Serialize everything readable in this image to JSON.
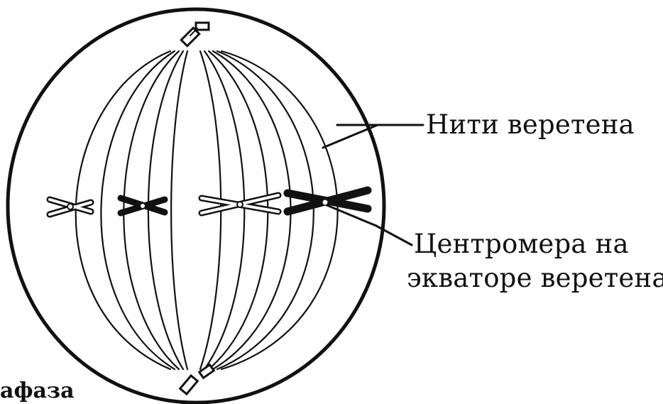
{
  "diagram": {
    "labels": {
      "spindle_fibers": "Нити веретена",
      "centromere_line1": "Центромера на",
      "centromere_line2": "экваторе веретена",
      "phase_caption": "афаза"
    },
    "colors": {
      "ink": "#111111",
      "background": "#ffffff"
    },
    "icons": {
      "centriole_top": "centriole-pair-icon",
      "centriole_bottom": "centriole-pair-icon"
    }
  }
}
